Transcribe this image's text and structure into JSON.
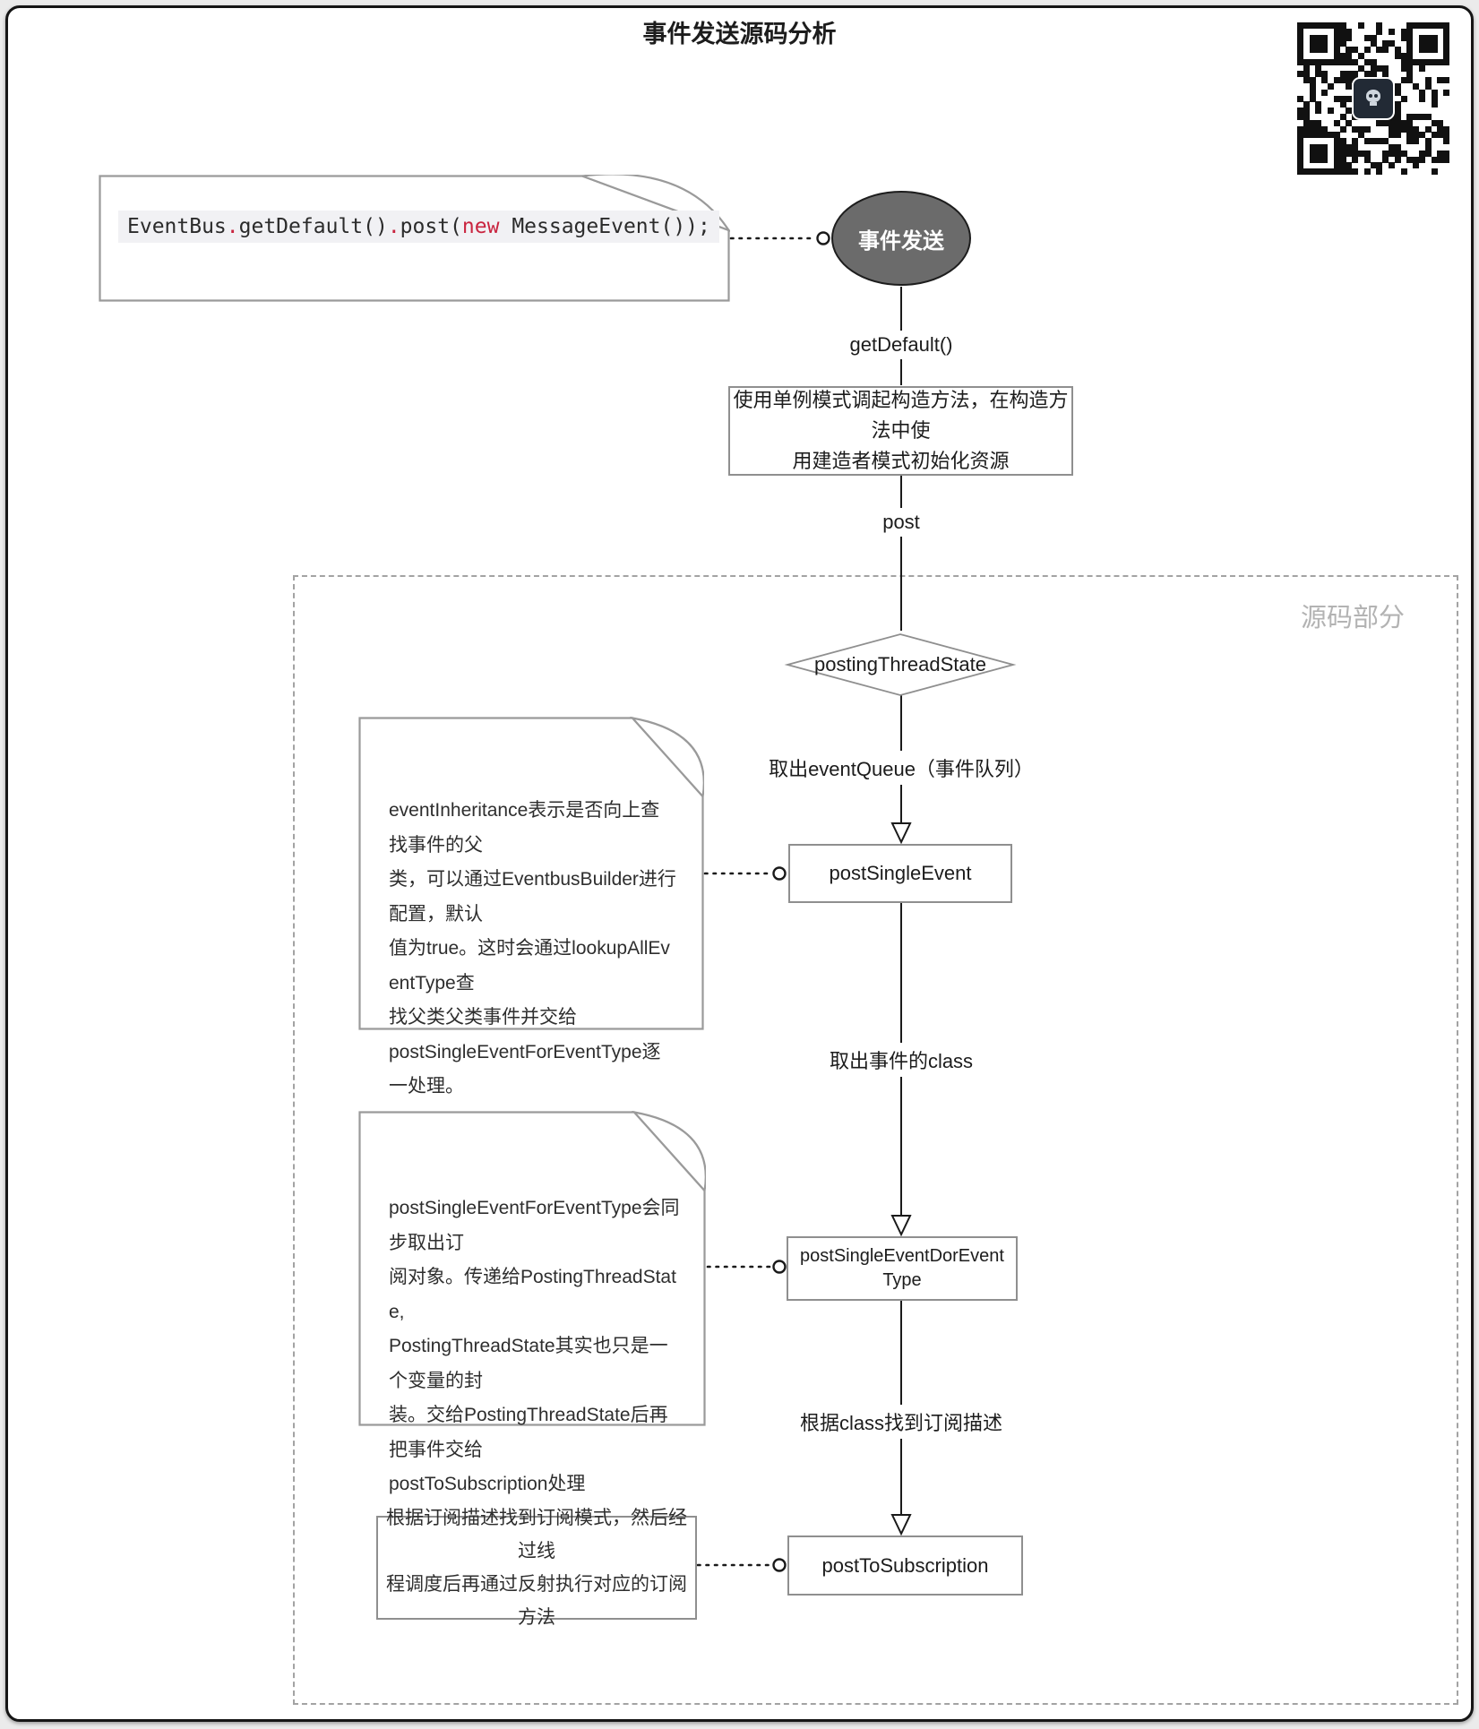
{
  "title": "事件发送源码分析",
  "qr": {
    "name": "qr-code",
    "logo": "skull-logo"
  },
  "code_note": {
    "segments": [
      {
        "text": "EventBus",
        "style": "plain"
      },
      {
        "text": ".",
        "style": "keyword"
      },
      {
        "text": "getDefault()",
        "style": "plain"
      },
      {
        "text": ".",
        "style": "keyword"
      },
      {
        "text": "post(",
        "style": "plain"
      },
      {
        "text": "new",
        "style": "keyword"
      },
      {
        "text": " MessageEvent());",
        "style": "plain"
      }
    ]
  },
  "nodes": {
    "event_send": {
      "label": "事件发送"
    },
    "singleton": {
      "lines": [
        "使用单例模式调起构造方法，在构造方法中使",
        "用建造者模式初始化资源"
      ]
    },
    "posting_thread_state": {
      "label": "postingThreadState"
    },
    "post_single_event": {
      "label": "postSingleEvent"
    },
    "post_single_event_for_event_type": {
      "label": "postSingleEventDorEventType"
    },
    "post_to_subscription": {
      "label": "postToSubscription"
    }
  },
  "edges": {
    "get_default": "getDefault()",
    "post": "post",
    "take_queue": "取出eventQueue（事件队列）",
    "take_class": "取出事件的class",
    "find_desc": "根据class找到订阅描述"
  },
  "region": {
    "label": "源码部分"
  },
  "notes": [
    {
      "lines": [
        "eventInheritance表示是否向上查找事件的父",
        "类，可以通过EventbusBuilder进行配置，默认",
        "值为true。这时会通过lookupAllEventType查",
        "找父类父类事件并交给",
        "postSingleEventForEventType逐一处理。"
      ]
    },
    {
      "lines": [
        "postSingleEventForEventType会同步取出订",
        "阅对象。传递给PostingThreadState,",
        "PostingThreadState其实也只是一个变量的封",
        "装。交给PostingThreadState后再把事件交给",
        "postToSubscription处理"
      ]
    },
    {
      "lines": [
        "根据订阅描述找到订阅模式，然后经过线",
        "程调度后再通过反射执行对应的订阅方法"
      ]
    }
  ],
  "colors": {
    "keyword_red": "#c9243f",
    "node_fill": "#6b6b6b",
    "border_gray": "#8f8f8f",
    "line_dark": "#1a1a1a",
    "region_label_gray": "#b3b3b3"
  }
}
